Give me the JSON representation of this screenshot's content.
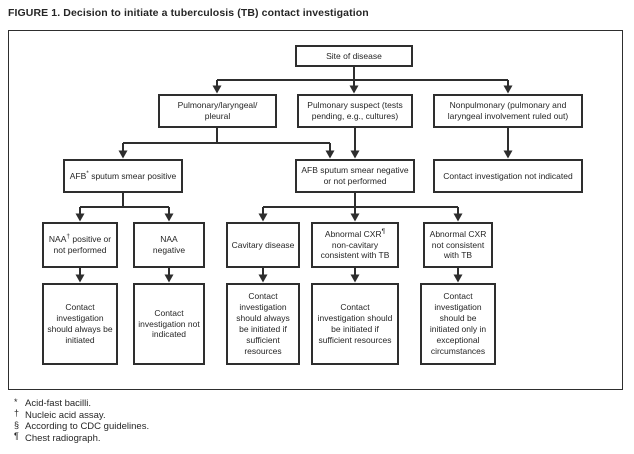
{
  "title": "FIGURE 1. Decision to initiate a tuberculosis (TB) contact investigation",
  "colors": {
    "line": "#2e2e2e",
    "text": "#262626",
    "background": "#ffffff"
  },
  "nodes": {
    "site_of_disease": {
      "label": "Site of disease"
    },
    "pulmonary_laryngeal": {
      "lines": [
        "Pulmonary/laryngeal/",
        "pleural"
      ]
    },
    "pulmonary_suspect": {
      "label": "Pulmonary suspect (tests pending, e.g., cultures)"
    },
    "nonpulmonary": {
      "label": "Nonpulmonary (pulmonary and laryngeal involvement ruled out)"
    },
    "afb_positive": {
      "pre": "AFB",
      "sup": "*",
      "post": " sputum smear positive"
    },
    "afb_negative": {
      "label": "AFB sputum smear negative or not performed"
    },
    "ci_not_indicated_1": {
      "label": "Contact investigation not indicated"
    },
    "naa_positive": {
      "pre": "NAA",
      "sup": "†",
      "post": " positive or not performed"
    },
    "naa_negative": {
      "label": "NAA negative"
    },
    "cavitary_disease": {
      "label": "Cavitary disease"
    },
    "abnormal_cxr_consistent": {
      "pre": "Abnormal CXR",
      "sup": "¶",
      "post": " non-cavitary consistent with TB"
    },
    "abnormal_cxr_not_consistent": {
      "label": "Abnormal CXR not consistent with TB"
    },
    "ci_always": {
      "label": "Contact investigation should always be initiated"
    },
    "ci_not_indicated_2": {
      "label": "Contact investigation not indicated"
    },
    "ci_always_if_resources": {
      "label": "Contact investigation should always be initiated if sufficient resources"
    },
    "ci_if_resources": {
      "label": "Contact investigation should be initiated if sufficient resources"
    },
    "ci_exceptional": {
      "label": "Contact investigation should be initiated only in exceptional circumstances"
    }
  },
  "edges": [
    {
      "from": "site_of_disease",
      "to": "pulmonary_laryngeal"
    },
    {
      "from": "site_of_disease",
      "to": "pulmonary_suspect"
    },
    {
      "from": "site_of_disease",
      "to": "nonpulmonary"
    },
    {
      "from": "pulmonary_laryngeal",
      "to": "afb_positive"
    },
    {
      "from": "pulmonary_laryngeal",
      "to": "afb_negative"
    },
    {
      "from": "pulmonary_suspect",
      "to": "afb_negative"
    },
    {
      "from": "nonpulmonary",
      "to": "ci_not_indicated_1"
    },
    {
      "from": "afb_positive",
      "to": "naa_positive"
    },
    {
      "from": "afb_positive",
      "to": "naa_negative"
    },
    {
      "from": "afb_negative",
      "to": "cavitary_disease"
    },
    {
      "from": "afb_negative",
      "to": "abnormal_cxr_consistent"
    },
    {
      "from": "afb_negative",
      "to": "abnormal_cxr_not_consistent"
    },
    {
      "from": "naa_positive",
      "to": "ci_always"
    },
    {
      "from": "naa_negative",
      "to": "ci_not_indicated_2"
    },
    {
      "from": "cavitary_disease",
      "to": "ci_always_if_resources"
    },
    {
      "from": "abnormal_cxr_consistent",
      "to": "ci_if_resources"
    },
    {
      "from": "abnormal_cxr_not_consistent",
      "to": "ci_exceptional"
    }
  ],
  "footnotes": [
    {
      "symbol": "*",
      "text": "Acid-fast bacilli."
    },
    {
      "symbol": "†",
      "text": "Nucleic acid assay."
    },
    {
      "symbol": "§",
      "text": "According to CDC guidelines."
    },
    {
      "symbol": "¶",
      "text": "Chest radiograph."
    }
  ]
}
